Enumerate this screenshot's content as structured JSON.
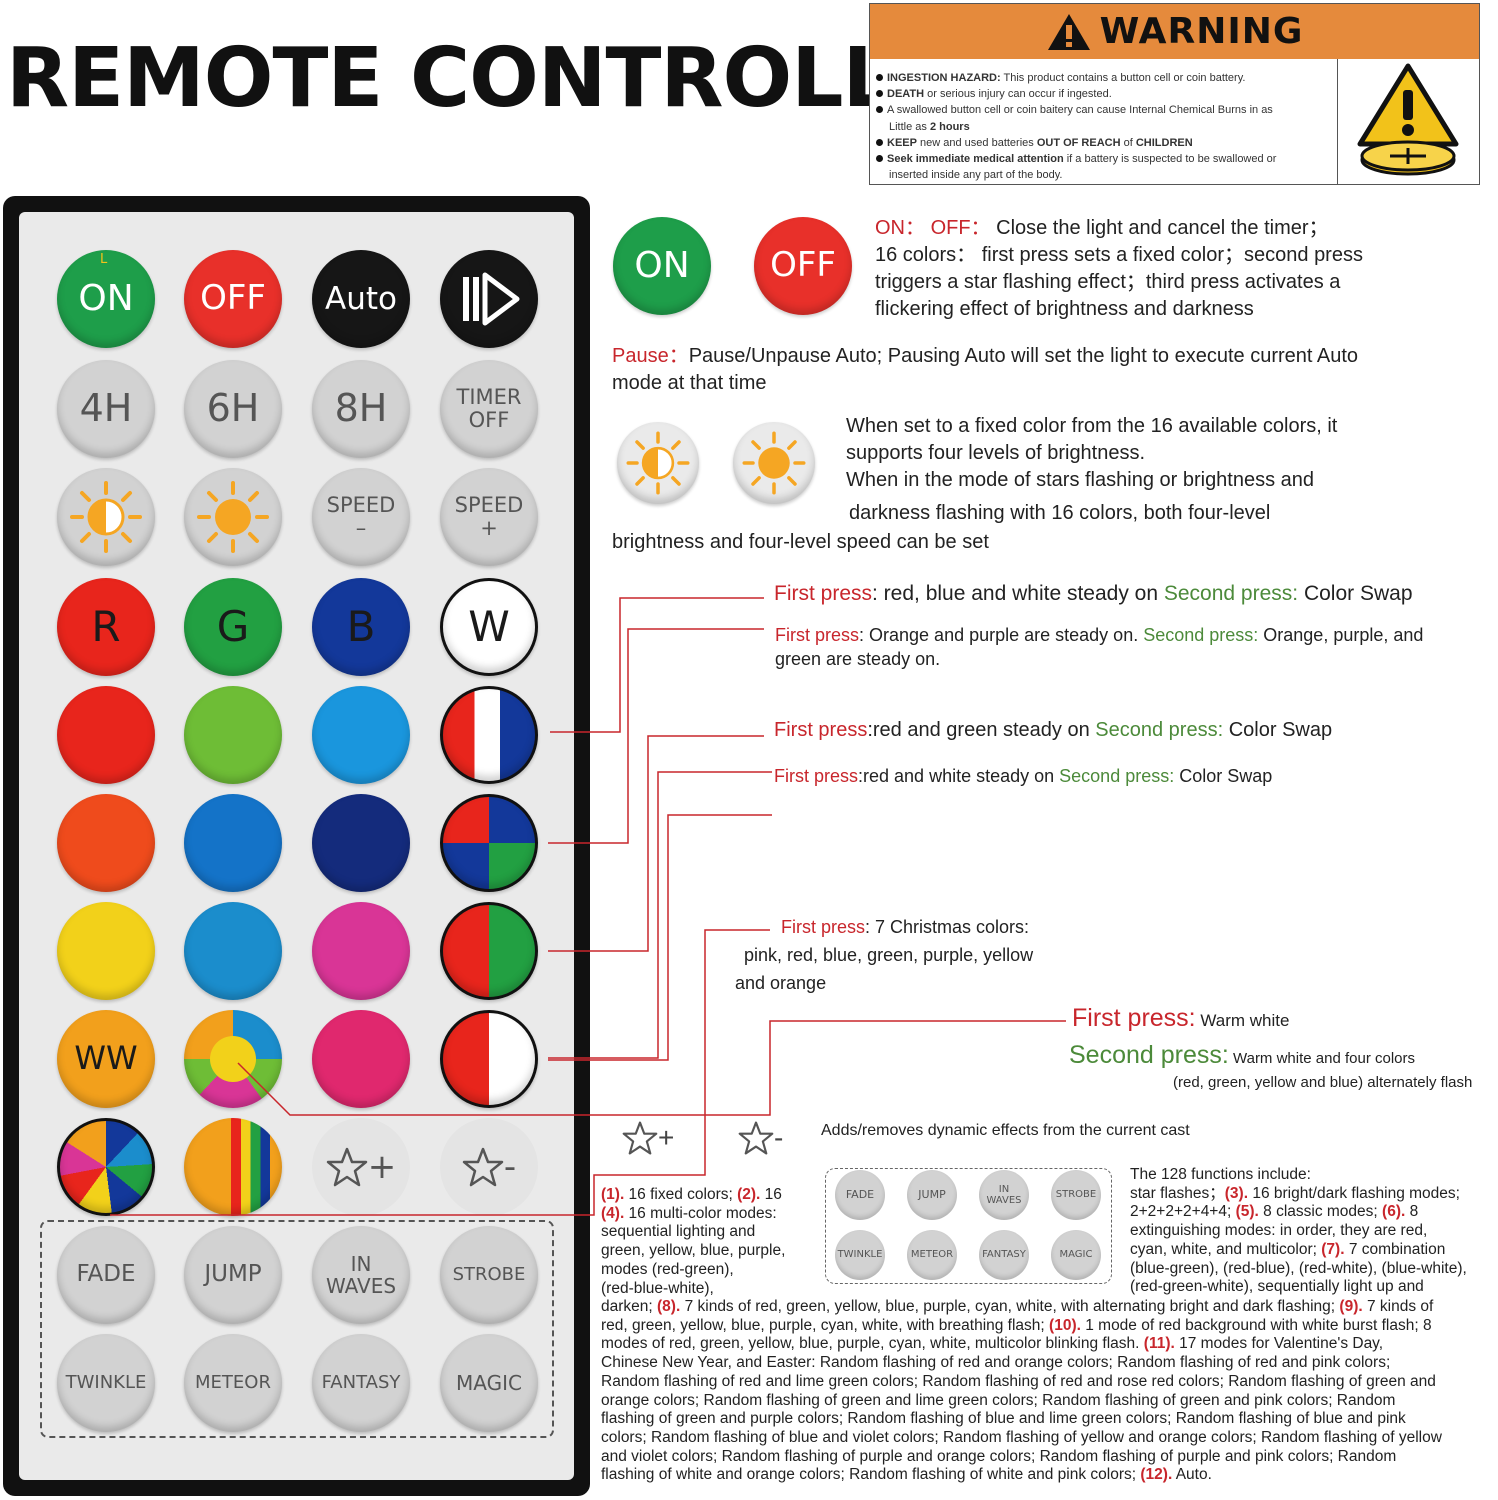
{
  "title": "REMOTE CONTROLLER",
  "warning": {
    "heading": "WARNING",
    "line1_bold": "INGESTION HAZARD:",
    "line1": " This product contains a button cell or coin battery.",
    "line2_bold": "DEATH",
    "line2": " or serious injury can occur if ingested.",
    "line3a": "A swallowed button cell or coin baitery can cause Internal Chemical Burns in as",
    "line3b": "Little as ",
    "line3b_bold": "2 hours",
    "line4_bold1": "KEEP",
    "line4a": " new and used batteries ",
    "line4_bold2": "OUT OF REACH",
    "line4b": " of ",
    "line4_bold3": "CHILDREN",
    "line5_bold": "Seek immediate medical attention",
    "line5a": " if a battery is suspected to be  swallowed or",
    "line5b": "inserted inside any part of the body."
  },
  "remote": {
    "on": "ON",
    "on_mark": "L",
    "off": "OFF",
    "auto": "Auto",
    "h4": "4H",
    "h6": "6H",
    "h8": "8H",
    "timer": "TIMER",
    "timer2": "OFF",
    "speed": "SPEED",
    "minus": "–",
    "plus": "+",
    "r": "R",
    "g": "G",
    "b": "B",
    "w": "W",
    "ww": "WW",
    "star_plus": "+",
    "star_minus": "-",
    "fade": "FADE",
    "jump": "JUMP",
    "in": "IN",
    "waves": "WAVES",
    "strobe": "STROBE",
    "twinkle": "TWINKLE",
    "meteor": "METEOR",
    "fantasy": "FANTASY",
    "magic": "MAGIC"
  },
  "colors": {
    "on": "#1e9e4a",
    "off": "#e8302a",
    "black": "#161616",
    "red": "#e8251c",
    "green": "#22a042",
    "blue": "#13389a",
    "lime": "#6ebd36",
    "sky": "#1a96dd",
    "orange_red": "#ef4b1c",
    "mid_blue": "#1473c8",
    "navy": "#142b7c",
    "yellow": "#f2d11a",
    "teal": "#1b8dcc",
    "magenta": "#d93596",
    "pink": "#e0286e",
    "amber": "#f2a01c",
    "sun": "#f5a623"
  },
  "desc": {
    "on_label": "ON",
    "off_label": "OFF",
    "on_k": "ON：",
    "off_k": "OFF：",
    "on_off_v": " Close the light and cancel the timer；",
    "sixteen": "16 colors：  first press sets a fixed color；second press",
    "sixteen2": "triggers a star flashing effect；third press activates a",
    "sixteen3": "flickering effect of brightness and darkness",
    "pause_k": "Pause：",
    "pause_v": "Pause/Unpause Auto; Pausing Auto will set the light to execute current Auto",
    "pause_v2": "mode at that time",
    "bright1": "When set to a fixed color from the 16 available colors, it",
    "bright2": "supports four levels of brightness.",
    "bright3": "When in the mode of stars flashing or brightness and",
    "bright4": "darkness flashing with 16 colors, both four-level",
    "bright5": "brightness and four-level speed can be set",
    "fp": "First press",
    "sp": "Second press:",
    "a1": ": red, blue and white steady on ",
    "a1b": " Color Swap",
    "b1": ": Orange and purple are steady on. ",
    "b1b": " Orange, purple, and",
    "b1c": "green are steady on.",
    "c1": ":red and green steady on ",
    "c1b": " Color Swap",
    "d1": ":red and white steady on ",
    "d1b": " Color Swap",
    "x_fp": "First press",
    "x1": ": 7 Christmas colors:",
    "x2": "pink, red, blue, green, purple, yellow",
    "x3": "and orange",
    "ww_fp": "First press:",
    "ww_v": "  Warm white",
    "ww_sp": "Second press:",
    "ww_v2": "  Warm white and four colors",
    "ww_v3": "(red, green, yellow and blue)    alternately flash",
    "star_plus": "+",
    "star_minus": "-",
    "star_desc": "Adds/removes dynamic effects from the current cast",
    "mini": [
      "FADE",
      "JUMP",
      "IN WAVES",
      "STROBE",
      "TWINKLE",
      "METEOR",
      "FANTASY",
      "MAGIC"
    ],
    "f_head": "The 128 functions include:",
    "f_r1": "star flashes；",
    "f_r1b": "(3).",
    "f_r1c": " 16 bright/dark flashing modes;",
    "f_r2": "2+2+2+2+4+4; ",
    "f_r2b": "(5).",
    "f_r2c": " 8 classic modes; ",
    "f_r2d": "(6).",
    "f_r2e": " 8",
    "f_r3": "extinguishing modes: in order, they are red,",
    "f_r4": "cyan, white, and multicolor; ",
    "f_r4b": "(7).",
    "f_r4c": " 7 combination",
    "f_r5": "(blue-green), (red-blue), (red-white), (blue-white),",
    "f_r6": "(red-green-white), sequentially light up and",
    "f_l1a": "(1).",
    "f_l1b": " 16 fixed colors; ",
    "f_l1c": "(2).",
    "f_l1d": " 16",
    "f_l2a": "(4).",
    "f_l2b": " 16 multi-color modes:",
    "f_l3": "sequential lighting and",
    "f_l4": "green, yellow, blue, purple,",
    "f_l5": "modes (red-green),",
    "f_l6": "(red-blue-white),",
    "p1a": "darken; ",
    "p1b": "(8).",
    "p1c": " 7 kinds of red, green, yellow, blue, purple, cyan, white, with alternating bright and dark flashing; ",
    "p1d": "(9).",
    "p1e": " 7 kinds of",
    "p2a": "red, green, yellow, blue, purple, cyan, white, with breathing flash; ",
    "p2b": "(10).",
    "p2c": " 1 mode of red background with white burst flash; 8",
    "p3a": "modes of red, green, yellow, blue, purple, cyan, white, multicolor blinking flash. ",
    "p3b": "(11).",
    "p3c": " 17 modes for Valentine's Day,",
    "p4": "Chinese New Year, and Easter: Random flashing of red and orange colors; Random flashing of red and pink colors;",
    "p5": "Random flashing of red and lime green colors; Random flashing of red and rose red colors; Random flashing of green and",
    "p6": "orange colors; Random flashing of green and lime green colors; Random flashing of green and pink colors; Random",
    "p7": "flashing of green and purple colors; Random flashing of blue and lime green colors; Random flashing of blue and pink",
    "p8": "colors; Random flashing of blue and violet colors; Random flashing of yellow and orange colors; Random flashing of yellow",
    "p9": "and violet colors; Random flashing of purple and orange colors; Random flashing of purple and pink colors; Random",
    "p10a": "flashing of white and orange colors; Random flashing of white and pink colors; ",
    "p10b": "(12).",
    "p10c": " Auto."
  }
}
